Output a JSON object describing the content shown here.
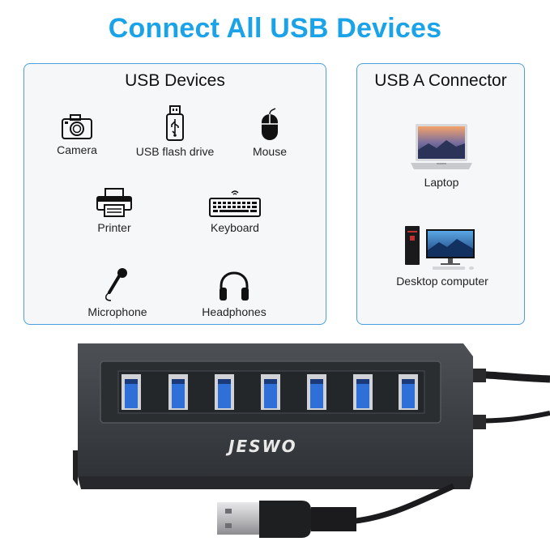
{
  "title": "Connect All USB Devices",
  "usb_devices": {
    "heading": "USB Devices",
    "items": [
      {
        "label": "Camera",
        "icon": "camera-icon"
      },
      {
        "label": "USB flash drive",
        "icon": "usb-flash-drive-icon"
      },
      {
        "label": "Mouse",
        "icon": "mouse-icon"
      },
      {
        "label": "Printer",
        "icon": "printer-icon"
      },
      {
        "label": "Keyboard",
        "icon": "keyboard-icon"
      },
      {
        "label": "Microphone",
        "icon": "microphone-icon"
      },
      {
        "label": "Headphones",
        "icon": "headphones-icon"
      }
    ]
  },
  "usb_a_connector": {
    "heading": "USB A Connector",
    "items": [
      {
        "label": "Laptop",
        "icon": "laptop-icon"
      },
      {
        "label": "Desktop computer",
        "icon": "desktop-computer-icon"
      }
    ]
  },
  "hub": {
    "brand": "JESWO",
    "port_color": "#2f6fd8",
    "body_color": "#3a3d42"
  },
  "colors": {
    "title": "#1aa3e8",
    "panel_border": "#4a9fe0"
  }
}
